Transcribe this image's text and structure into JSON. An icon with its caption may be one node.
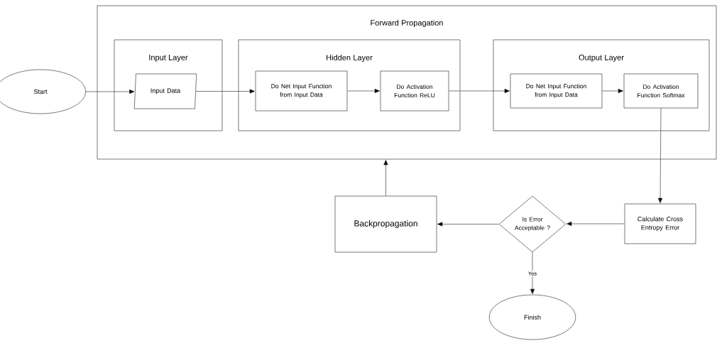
{
  "diagram": {
    "nodes": [
      {
        "text": [
          "Start"
        ]
      },
      {
        "text": [
          "Forward Propagation"
        ]
      },
      {
        "text": [
          "Input Layer"
        ],
        "in": 1
      },
      {
        "text": [
          "Input Data"
        ],
        "in": 2
      },
      {
        "text": [
          "Hidden Layer"
        ],
        "in": 1
      },
      {
        "text": [
          "Do Net Input Function from Input Data"
        ],
        "in": 4
      },
      {
        "text": [
          "Do Activation Function ReLU"
        ],
        "in": 4
      },
      {
        "text": [
          "Output Layer"
        ],
        "in": 1
      },
      {
        "text": [
          "Do Net Input Function from Input Data"
        ],
        "in": 7
      },
      {
        "text": [
          "Do Activation Function Softmax"
        ],
        "in": 7
      },
      {
        "text": [
          "Calculate Cross Entropy Error"
        ]
      },
      {
        "text": [
          "Is Error Acceptable ?"
        ]
      },
      {
        "text": [
          "Backpropagation"
        ]
      },
      {
        "text": [
          "Finish"
        ]
      }
    ],
    "edges": [
      {
        "from": 0,
        "to": 3,
        "arrow": "to"
      },
      {
        "from": 3,
        "to": 5,
        "arrow": "to"
      },
      {
        "from": 5,
        "to": 6,
        "arrow": "to"
      },
      {
        "from": 6,
        "to": 8,
        "arrow": "to"
      },
      {
        "from": 8,
        "to": 9,
        "arrow": "to"
      },
      {
        "from": 9,
        "to": 10,
        "arrow": "to"
      },
      {
        "from": 10,
        "to": 11,
        "arrow": "to"
      },
      {
        "from": 11,
        "to": 12,
        "arrow": "to"
      },
      {
        "from": 11,
        "to": 13,
        "label": "Yes",
        "arrow": "to"
      },
      {
        "from": 12,
        "to": 1,
        "arrow": "to"
      }
    ]
  }
}
